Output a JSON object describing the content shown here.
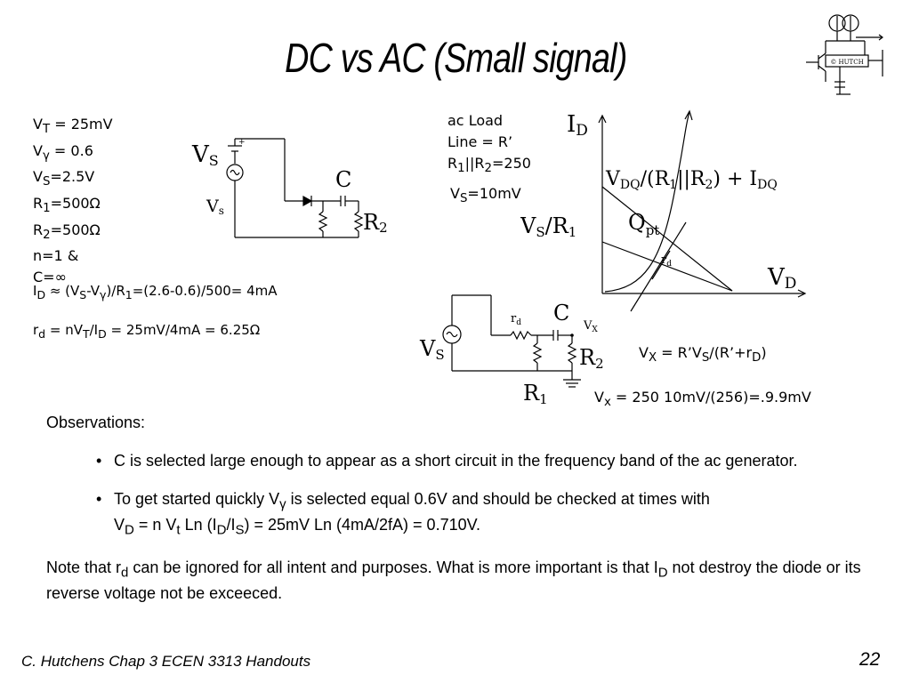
{
  "slide": {
    "title": "DC vs AC (Small signal)",
    "page_number": "22",
    "footer": "C. Hutchens Chap 3 ECEN 3313 Handouts"
  },
  "logo": {
    "text": "© HUTCH"
  },
  "dc_params": {
    "vt_label": "V",
    "vt_sub": "T",
    "vt_val": " = 25mV",
    "vg_label": "V",
    "vg_sub": "γ",
    "vg_val": " = 0.6",
    "vs_label": "V",
    "vs_sub": "S",
    "vs_val": "=2.5V",
    "r1_label": "R",
    "r1_sub": "1",
    "r1_val": "=500Ω",
    "r2_label": "R",
    "r2_sub": "2",
    "r2_val": "=500Ω",
    "n_line": "n=1  &",
    "c_line": "C=∞"
  },
  "equations": {
    "id_a": "I",
    "id_sub": "D",
    "id_b": " ≈ (V",
    "id_s": "S",
    "id_c": "-V",
    "id_g": "γ",
    "id_d": ")/R",
    "id_1": "1",
    "id_e": "=(2.6-0.6)/500= 4mA",
    "rd_a": "r",
    "rd_sub": "d",
    "rd_b": " = nV",
    "rd_t": "T",
    "rd_c": "/I",
    "rd_d": "D",
    "rd_e": " = 25mV/4mA = 6.25Ω"
  },
  "dc_circuit": {
    "vs_top_label": "V",
    "vs_top_sub": "S",
    "vs_src_label": "V",
    "vs_src_sub": "s",
    "c_label": "C",
    "r2_label": "R",
    "r2_sub": "2",
    "plus": "+"
  },
  "ac_params": {
    "line1": "ac Load",
    "line2": "Line = R’",
    "r_a": "R",
    "r_1": "1",
    "r_b": "||R",
    "r_2": "2",
    "r_c": "=250",
    "vs_a": "V",
    "vs_sub": "S",
    "vs_b": "=10mV"
  },
  "graph": {
    "id_label": "I",
    "id_sub": "D",
    "vd_label": "V",
    "vd_sub": "D",
    "intercept_a": "V",
    "intercept_dq": "DQ",
    "intercept_b": "/(R",
    "intercept_1": "1",
    "intercept_c": "||R",
    "intercept_2": "2",
    "intercept_d": ") + I",
    "intercept_dq2": "DQ",
    "vsr_a": "V",
    "vsr_s": "S",
    "vsr_b": "/R",
    "vsr_1": "1",
    "q_label": "Q",
    "q_sub": "pt",
    "rd_label": "r",
    "rd_sub": "d"
  },
  "ac_circuit": {
    "vs_label": "V",
    "vs_sub": "S",
    "rd_label": "r",
    "rd_sub": "d",
    "c_label": "C",
    "vx_label": "V",
    "vx_sub": "X",
    "r2_label": "R",
    "r2_sub": "2",
    "r1_label": "R",
    "r1_sub": "1"
  },
  "vx_equations": {
    "a": "V",
    "a_sub": "X",
    "b": " = R’V",
    "b_sub": "S",
    "c": "/(R’+r",
    "c_sub": "D",
    "d": ")",
    "e": "V",
    "e_sub": "x",
    "f": " = 250 10mV/(256)=.9.9mV"
  },
  "text": {
    "observations": "Observations:",
    "bullet": "•",
    "b1": "C is selected large enough to appear as a short circuit in the frequency band of the ac generator.",
    "b2_a": "To get started quickly V",
    "b2_g": "γ",
    "b2_b": " is selected equal 0.6V and should be checked at times with",
    "b2_c": "V",
    "b2_d": "D",
    "b2_e": " = n V",
    "b2_f": "t",
    "b2_g2": "  Ln (I",
    "b2_h": "D",
    "b2_i": "/I",
    "b2_j": "S",
    "b2_k": ") = 25mV Ln (4mA/2fA) = 0.710V.",
    "note_a": "Note that r",
    "note_b": "d",
    "note_c": " can be ignored for all intent and purposes.  What is more important is that I",
    "note_d": "D",
    "note_e": " not destroy the diode or its reverse voltage not be exceeced."
  }
}
